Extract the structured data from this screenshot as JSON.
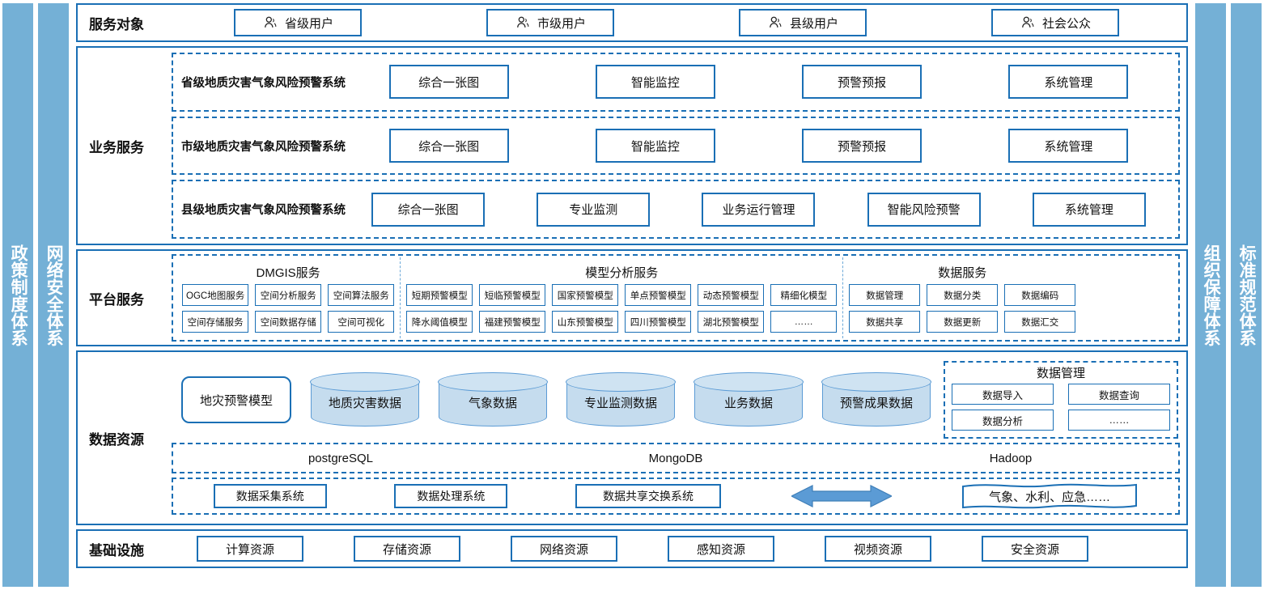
{
  "side_bands": {
    "left": [
      {
        "name": "policy-system",
        "label": "政策制度体系"
      },
      {
        "name": "network-security-system",
        "label": "网络安全体系"
      }
    ],
    "right": [
      {
        "name": "organization-guarantee-system",
        "label": "组织保障体系"
      },
      {
        "name": "standard-specification-system",
        "label": "标准规范体系"
      }
    ],
    "color": "#74b0d6"
  },
  "theme": {
    "border_blue": "#1a6fb5",
    "cylinder_fill": "#c5dcee",
    "cylinder_stroke": "#5b9bd5",
    "arrow_fill": "#5b9bd5"
  },
  "service_objects": {
    "label": "服务对象",
    "icon": "user-icon",
    "items": [
      {
        "label": "省级用户"
      },
      {
        "label": "市级用户"
      },
      {
        "label": "县级用户"
      },
      {
        "label": "社会公众"
      }
    ]
  },
  "business_services": {
    "label": "业务服务",
    "groups": [
      {
        "title": "省级地质灾害气象风险预警系统",
        "items": [
          "综合一张图",
          "智能监控",
          "预警预报",
          "系统管理"
        ]
      },
      {
        "title": "市级地质灾害气象风险预警系统",
        "items": [
          "综合一张图",
          "智能监控",
          "预警预报",
          "系统管理"
        ]
      },
      {
        "title": "县级地质灾害气象风险预警系统",
        "items": [
          "综合一张图",
          "专业监测",
          "业务运行管理",
          "智能风险预警",
          "系统管理"
        ]
      }
    ]
  },
  "platform_services": {
    "label": "平台服务",
    "groups": [
      {
        "title": "DMGIS服务",
        "items": [
          "OGC地图服务",
          "空间存储服务",
          "空间分析服务",
          "空间数据存储",
          "空间算法服务",
          "空间可视化"
        ]
      },
      {
        "title": "模型分析服务",
        "items": [
          "短期预警模型",
          "降水阈值模型",
          "短临预警模型",
          "福建预警模型",
          "国家预警模型",
          "山东预警模型",
          "单点预警模型",
          "四川预警模型",
          "动态预警模型",
          "湖北预警模型",
          "精细化模型",
          "……"
        ]
      },
      {
        "title": "数据服务",
        "items": [
          "数据管理",
          "数据共享",
          "数据分类",
          "数据更新",
          "数据编码",
          "数据汇交"
        ]
      }
    ]
  },
  "data_resources": {
    "label": "数据资源",
    "model_box": "地灾预警模型",
    "cylinders": [
      "地质灾害数据",
      "气象数据",
      "专业监测数据",
      "业务数据",
      "预警成果数据"
    ],
    "data_management": {
      "title": "数据管理",
      "items": [
        "数据导入",
        "数据查询",
        "数据分析",
        "……"
      ]
    },
    "databases": [
      "postgreSQL",
      "MongoDB",
      "Hadoop"
    ],
    "pipeline": {
      "items": [
        "数据采集系统",
        "数据处理系统",
        "数据共享交换系统"
      ],
      "arrow": "double-arrow-icon",
      "external": "气象、水利、应急……"
    }
  },
  "infrastructure": {
    "label": "基础设施",
    "items": [
      "计算资源",
      "存储资源",
      "网络资源",
      "感知资源",
      "视频资源",
      "安全资源"
    ]
  }
}
